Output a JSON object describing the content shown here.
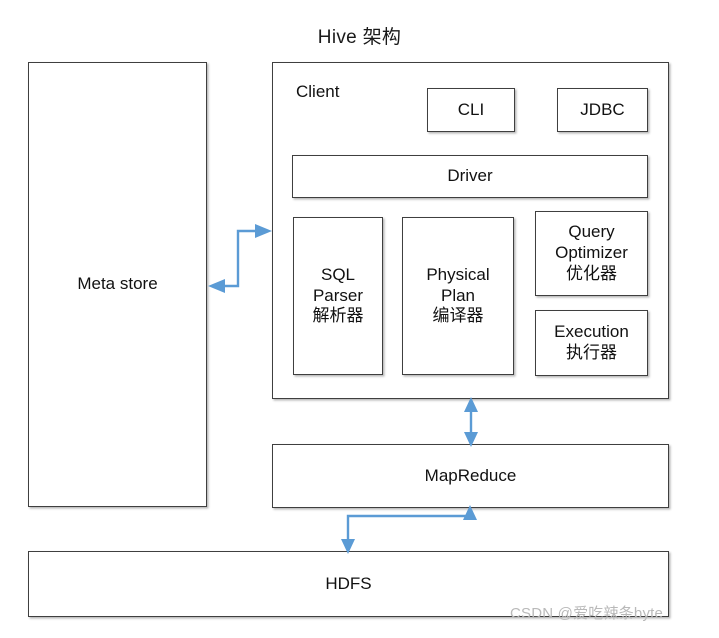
{
  "diagram": {
    "title": "Hive 架构",
    "watermark": "CSDN @爱吃辣条byte",
    "colors": {
      "box_border": "#3f3f3f",
      "box_fill": "#ffffff",
      "arrow": "#5b9bd5",
      "text": "#111111",
      "watermark": "#b9b9b9"
    },
    "nodes": {
      "metastore": {
        "label": "Meta store"
      },
      "client": {
        "label": "Client"
      },
      "cli": {
        "label": "CLI"
      },
      "jdbc": {
        "label": "JDBC"
      },
      "driver": {
        "label": "Driver"
      },
      "sql_parser": {
        "line1": "SQL",
        "line2": "Parser",
        "line3": "解析器"
      },
      "physical_plan": {
        "line1": "Physical",
        "line2": "Plan",
        "line3": "编译器"
      },
      "query_optimizer": {
        "line1": "Query",
        "line2": "Optimizer",
        "line3": "优化器"
      },
      "execution": {
        "line1": "Execution",
        "line2": "执行器"
      },
      "mapreduce": {
        "label": "MapReduce"
      },
      "hdfs": {
        "label": "HDFS"
      }
    },
    "connectors": [
      {
        "name": "metastore-client",
        "from": "Meta store",
        "to": "Client",
        "style": "z-shaped",
        "arrowheads": "both"
      },
      {
        "name": "client-mapreduce",
        "from": "Client",
        "to": "MapReduce",
        "style": "vertical",
        "arrowheads": "both"
      },
      {
        "name": "mapreduce-hdfs",
        "from": "MapReduce",
        "to": "HDFS",
        "style": "l-shaped",
        "arrowheads": "both"
      }
    ]
  }
}
